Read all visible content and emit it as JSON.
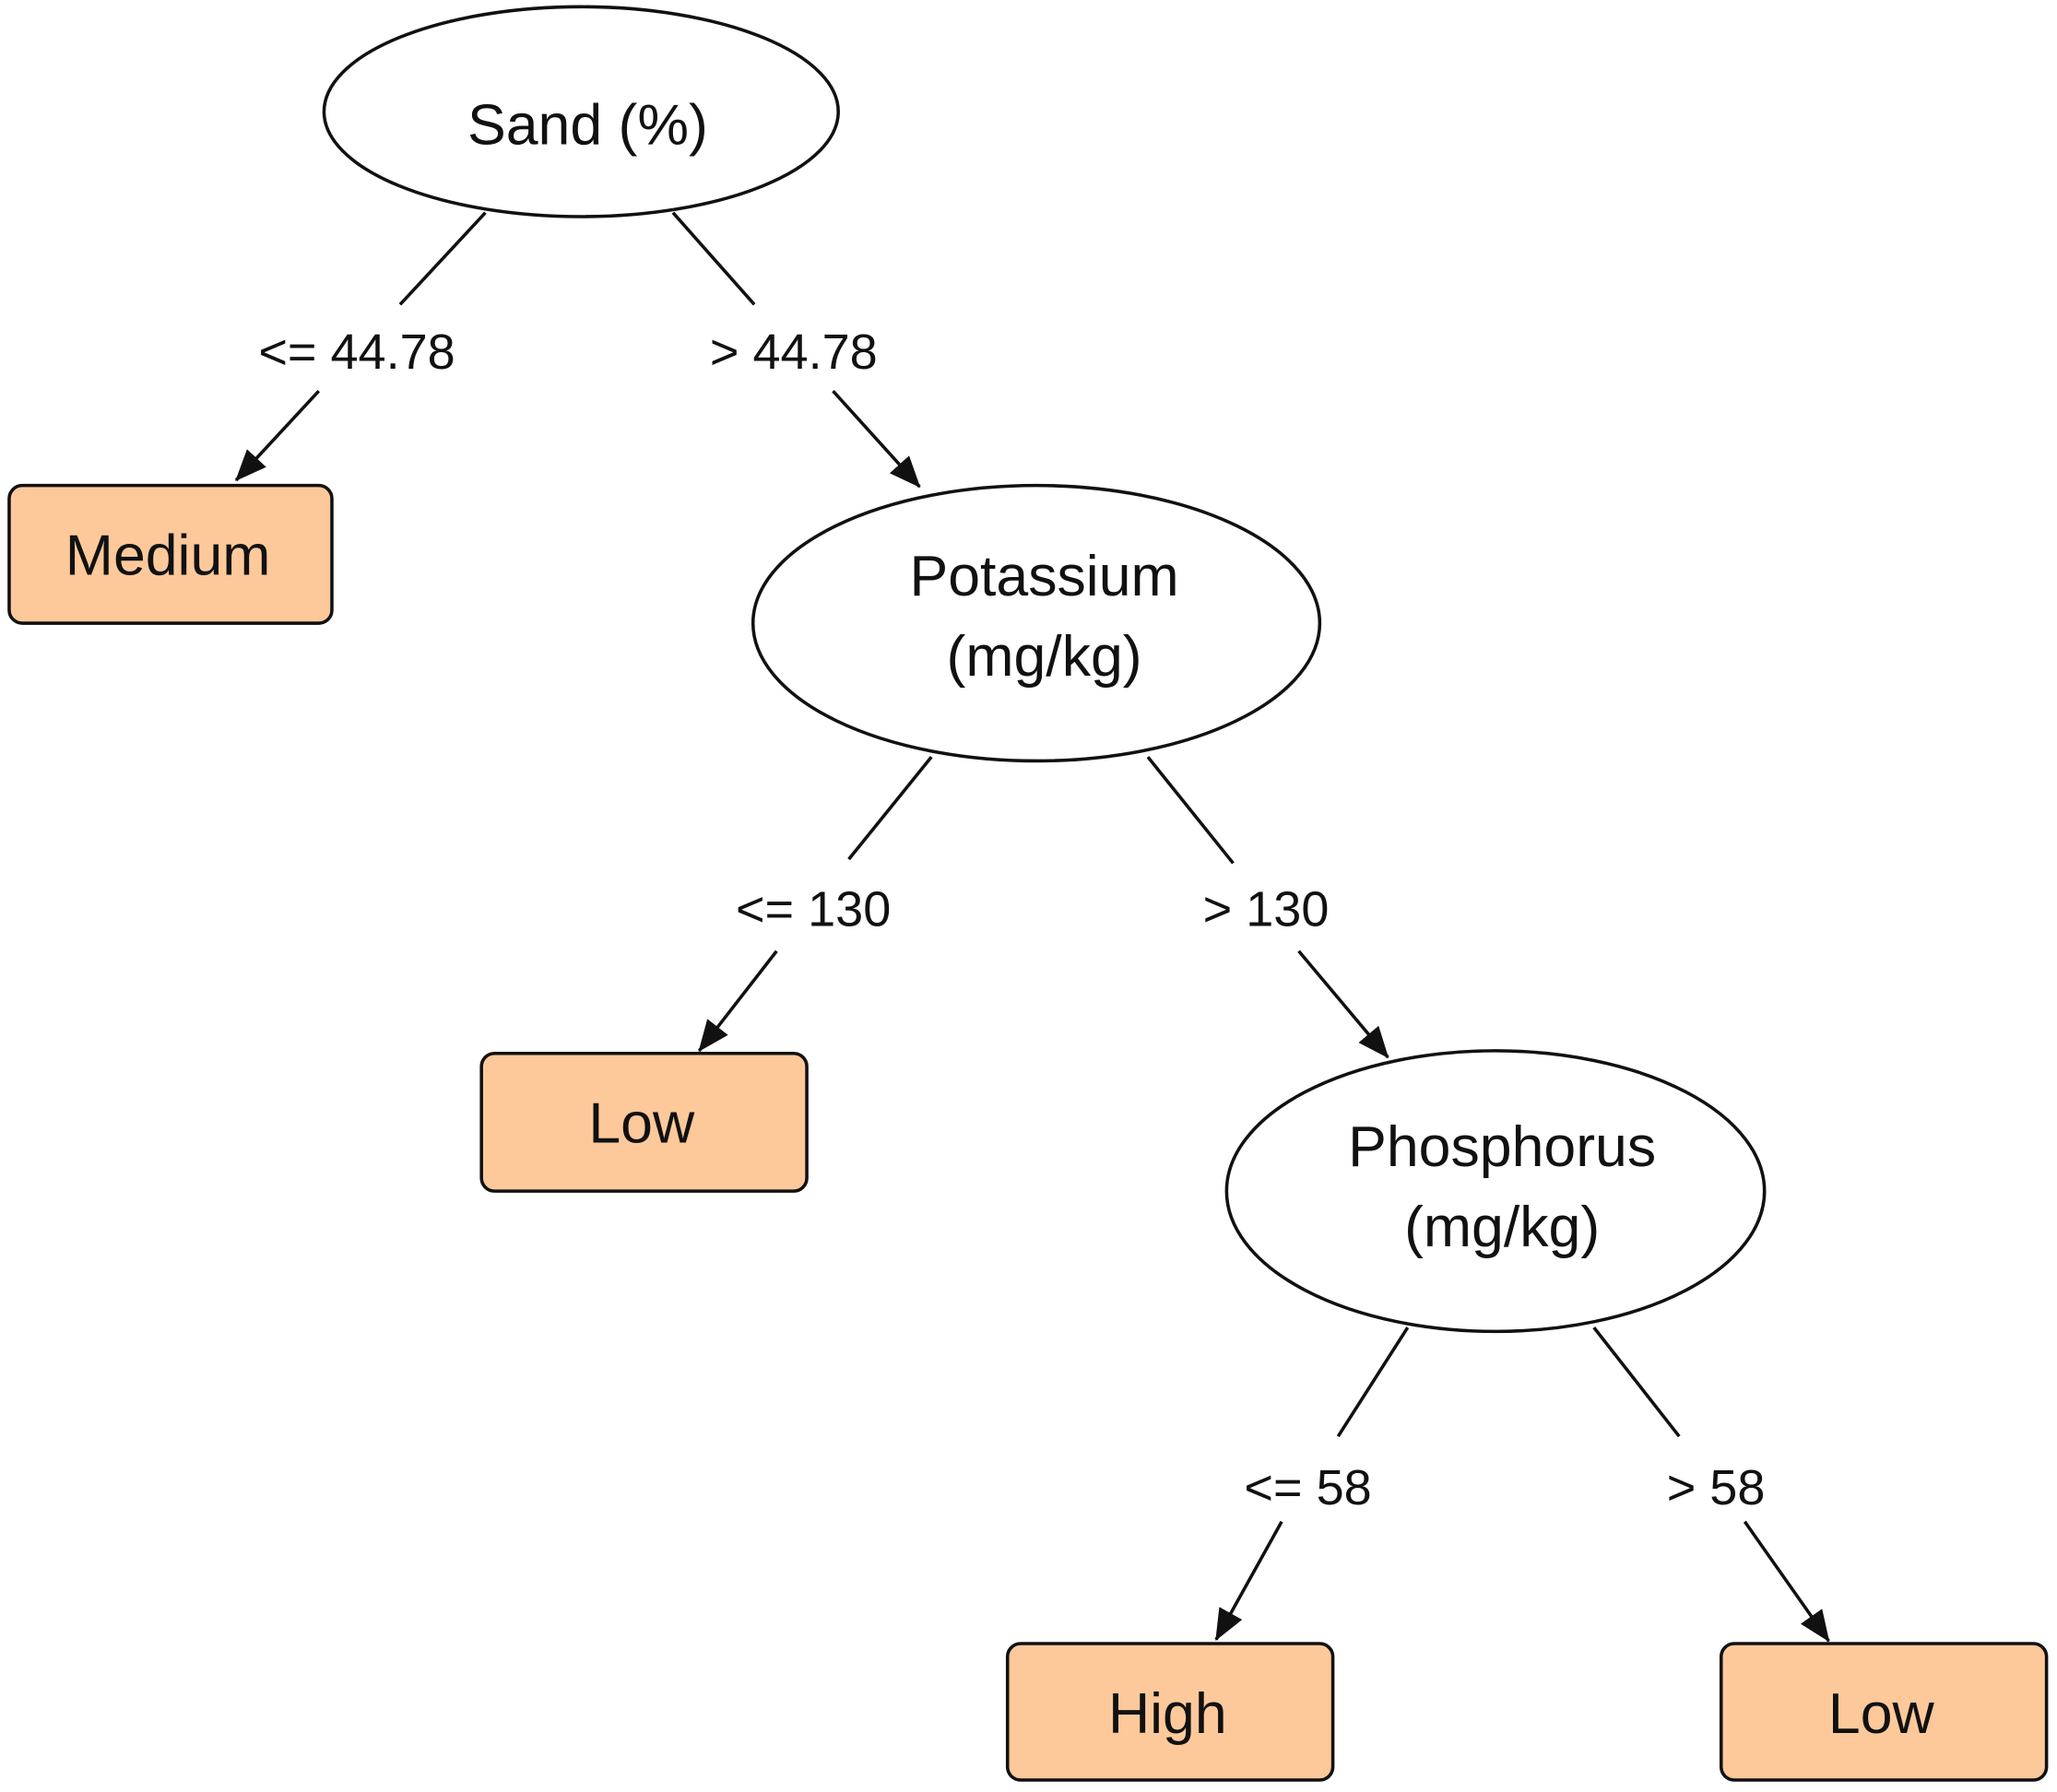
{
  "colors": {
    "leaf_fill": "#fdc99b",
    "stroke": "#111111"
  },
  "nodes": {
    "root": {
      "line1": "Sand (%)"
    },
    "potassium": {
      "line1": "Potassium",
      "line2": "(mg/kg)"
    },
    "phosphorus": {
      "line1": "Phosphorus",
      "line2": "(mg/kg)"
    }
  },
  "leaves": {
    "medium": "Medium",
    "low1": "Low",
    "high": "High",
    "low2": "Low"
  },
  "edges": {
    "sand_le": "<= 44.78",
    "sand_gt": "> 44.78",
    "pot_le": "<= 130",
    "pot_gt": "> 130",
    "phos_le": "<= 58",
    "phos_gt": "> 58"
  }
}
